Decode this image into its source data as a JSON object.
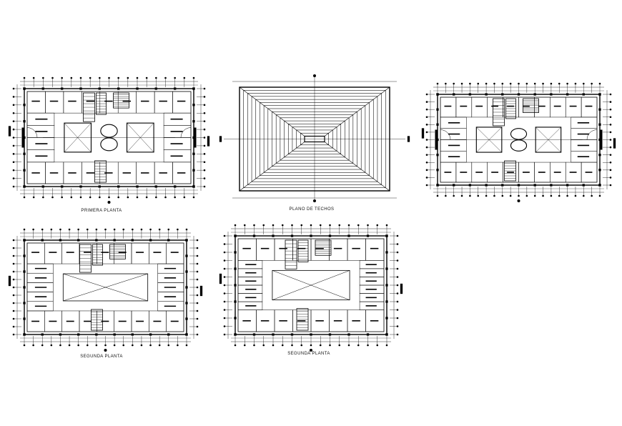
{
  "drawing": {
    "line_color": "#000000",
    "background": "#ffffff",
    "labels": {
      "first_floor": "PRIMERA PLANTA",
      "roof_plan": "PLANO DE TECHOS",
      "second_floor_a": "SEGUNDA PLANTA",
      "second_floor_b": "SEGUNDA PLANTA"
    }
  }
}
